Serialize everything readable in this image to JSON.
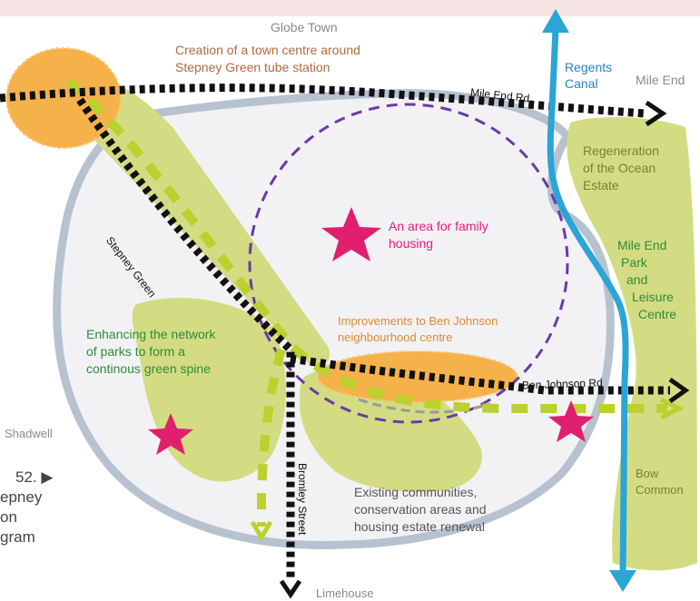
{
  "colors": {
    "top_band": "#f6e3e3",
    "outline": "#b7c2d0",
    "fill": "#f2f2f5",
    "green_area": "#d3dc82",
    "orange_area": "#f5b24a",
    "green_dash": "#bcd02e",
    "purple_dash": "#6b3aa8",
    "canal": "#2aa5d6",
    "star": "#e0206f",
    "dotted_road": "#111111"
  },
  "places": {
    "globe_town": "Globe Town",
    "mile_end": "Mile End",
    "shadwell": "Shadwell",
    "limehouse": "Limehouse",
    "bow_common_1": "Bow",
    "bow_common_2": "Common"
  },
  "roads": {
    "mile_end_rd": "Mile End Rd",
    "ben_johnson_rd": "Ben Johnson Rd",
    "stepney_green": "Stepney Green",
    "bromley_street": "Bromley Street"
  },
  "canal": {
    "line1": "Regents",
    "line2": "Canal"
  },
  "annotations": {
    "town_centre_1": "Creation of a town centre around",
    "town_centre_2": "Stepney Green tube station",
    "family_housing_1": "An area for family",
    "family_housing_2": "housing",
    "ben_johnson_1": "Improvements to Ben Johnson",
    "ben_johnson_2": "neighbourhood centre",
    "parks_1": "Enhancing the network",
    "parks_2": "of parks to form a",
    "parks_3": "continous green spine",
    "ocean_1": "Regeneration",
    "ocean_2": "of the Ocean",
    "ocean_3": "Estate",
    "mile_end_park_1": "Mile End",
    "mile_end_park_2": "Park",
    "mile_end_park_3": "and",
    "mile_end_park_4": "Leisure",
    "mile_end_park_5": "Centre",
    "communities_1": "Existing communities,",
    "communities_2": "conservation areas and",
    "communities_3": "housing estate renewal"
  },
  "caption": {
    "figure": "52. ▶",
    "line1": "epney",
    "line2": "on",
    "line3": "gram"
  }
}
